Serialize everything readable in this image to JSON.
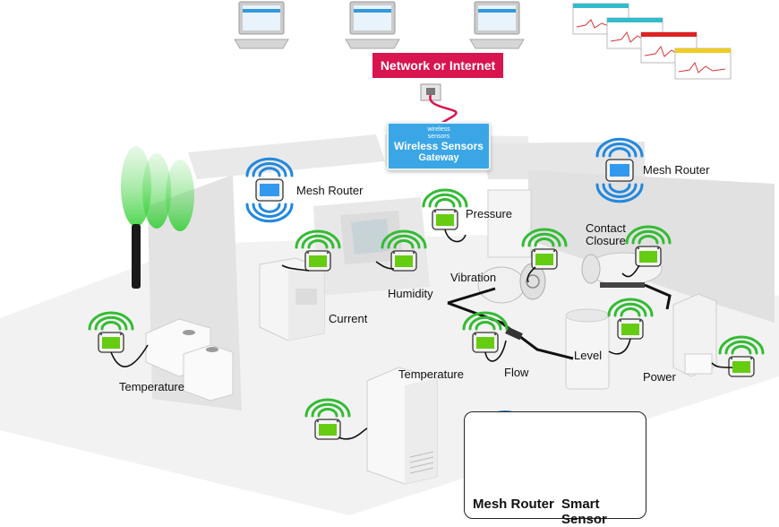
{
  "network": {
    "label": "Network or Internet"
  },
  "gateway": {
    "brand_line1": "wireless",
    "brand_line2": "sensors",
    "title": "Wireless Sensors",
    "subtitle": "Gateway"
  },
  "labels": {
    "mesh_router_left": "Mesh Router",
    "mesh_router_right": "Mesh Router",
    "pressure": "Pressure",
    "contact_line1": "Contact",
    "contact_line2": "Closure",
    "humidity": "Humidity",
    "vibration": "Vibration",
    "current": "Current",
    "flow": "Flow",
    "level": "Level",
    "power": "Power",
    "temperature_left": "Temperature",
    "temperature_center": "Temperature"
  },
  "legend": {
    "mesh_router": "Mesh Router",
    "smart_sensor": "Smart Sensor"
  },
  "colors": {
    "banner": "#d8154e",
    "gateway": "#3aa6e6",
    "sensor_green": "#66cc11",
    "router_blue": "#3399ee",
    "wave_green": "#33bb33",
    "wave_blue": "#2288dd"
  }
}
